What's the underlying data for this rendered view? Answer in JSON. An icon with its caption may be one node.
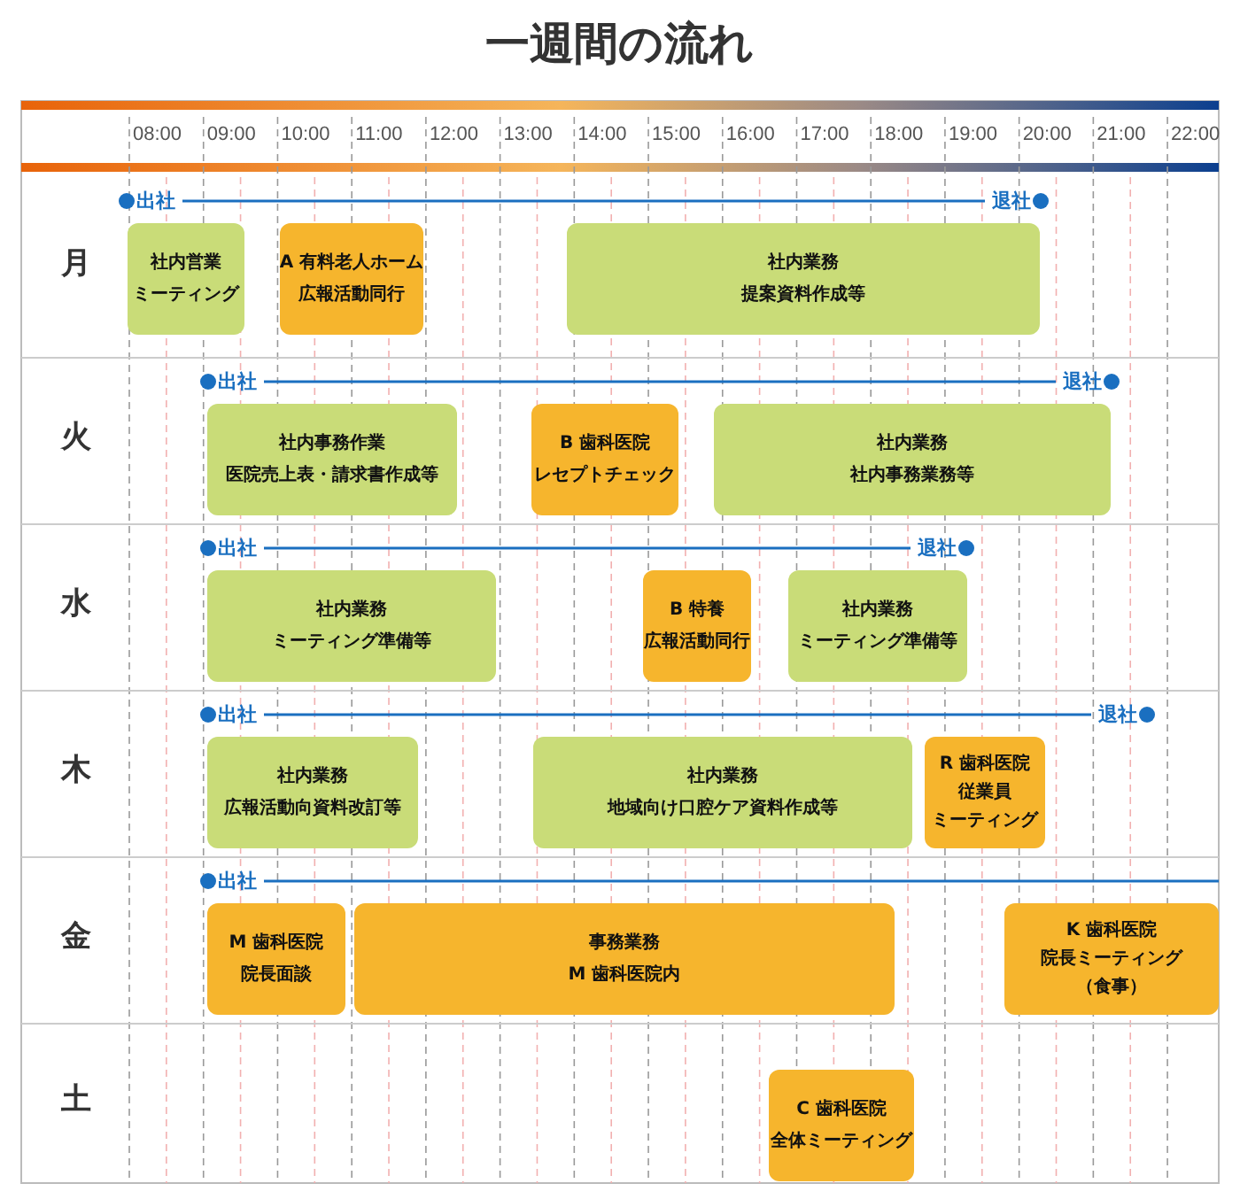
{
  "diagram": {
    "title": "一週間の流れ",
    "nodes": [
      {
        "text": [
          "出社"
        ]
      },
      {
        "text": [
          "退社"
        ]
      },
      {
        "text": [
          "社内営業",
          "ミーティング"
        ]
      },
      {
        "text": [
          "A 有料老人ホーム",
          "広報活動同行"
        ]
      },
      {
        "text": [
          "社内業務",
          "提案資料作成等"
        ]
      },
      {
        "text": [
          "出社"
        ]
      },
      {
        "text": [
          "退社"
        ]
      },
      {
        "text": [
          "社内事務作業",
          "医院売上表・請求書作成等"
        ]
      },
      {
        "text": [
          "B 歯科医院",
          "レセプトチェック"
        ]
      },
      {
        "text": [
          "社内業務",
          "社内事務業務等"
        ]
      },
      {
        "text": [
          "出社"
        ]
      },
      {
        "text": [
          "退社"
        ]
      },
      {
        "text": [
          "社内業務",
          "ミーティング準備等"
        ]
      },
      {
        "text": [
          "B 特養",
          "広報活動同行"
        ]
      },
      {
        "text": [
          "社内業務",
          "ミーティング準備等"
        ]
      },
      {
        "text": [
          "出社"
        ]
      },
      {
        "text": [
          "退社"
        ]
      },
      {
        "text": [
          "社内業務",
          "広報活動向資料改訂等"
        ]
      },
      {
        "text": [
          "社内業務",
          "地域向け口腔ケア資料作成等"
        ]
      },
      {
        "text": [
          "R 歯科医院",
          "従業員",
          "ミーティング"
        ]
      },
      {
        "text": [
          "出社"
        ]
      },
      {
        "text": [
          "M 歯科医院",
          "院長面談"
        ]
      },
      {
        "text": [
          "事務業務",
          "M 歯科医院内"
        ]
      },
      {
        "text": [
          "K 歯科医院",
          "院長ミーティング",
          "（食事）"
        ]
      },
      {
        "text": [
          "C 歯科医院",
          "全体ミーティング"
        ]
      }
    ],
    "edges": [
      {
        "from": 0,
        "to": 1,
        "arrow": "none"
      },
      {
        "from": 5,
        "to": 6,
        "arrow": "none"
      },
      {
        "from": 10,
        "to": 11,
        "arrow": "none"
      },
      {
        "from": 15,
        "to": 16,
        "arrow": "none"
      },
      {
        "from": 20,
        "to": null,
        "arrow": "none"
      }
    ],
    "labels": [
      "08:00",
      "09:00",
      "10:00",
      "11:00",
      "12:00",
      "13:00",
      "14:00",
      "15:00",
      "16:00",
      "17:00",
      "18:00",
      "19:00",
      "20:00",
      "21:00",
      "22:00",
      "月",
      "火",
      "水",
      "木",
      "金",
      "土"
    ]
  }
}
